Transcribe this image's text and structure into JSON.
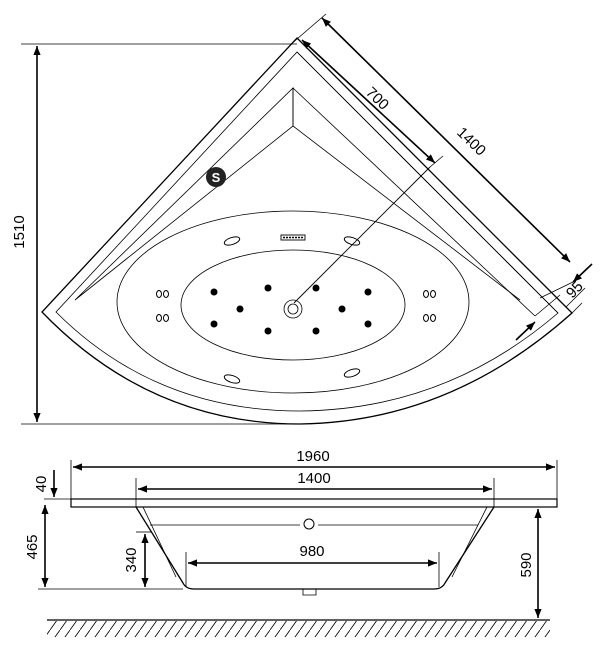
{
  "top_view": {
    "dimensions": {
      "height_total": "1510",
      "side_half": "700",
      "side_full": "1400",
      "rim_width": "95"
    },
    "badge_label": "S"
  },
  "side_view": {
    "dimensions": {
      "length_total": "1960",
      "length_inner": "1400",
      "rim_thickness": "40",
      "height_tub": "465",
      "depth_inner": "340",
      "bottom_length": "980",
      "height_overall": "590"
    }
  },
  "colors": {
    "line": "#000000",
    "background": "#ffffff",
    "badge": "#222222"
  }
}
